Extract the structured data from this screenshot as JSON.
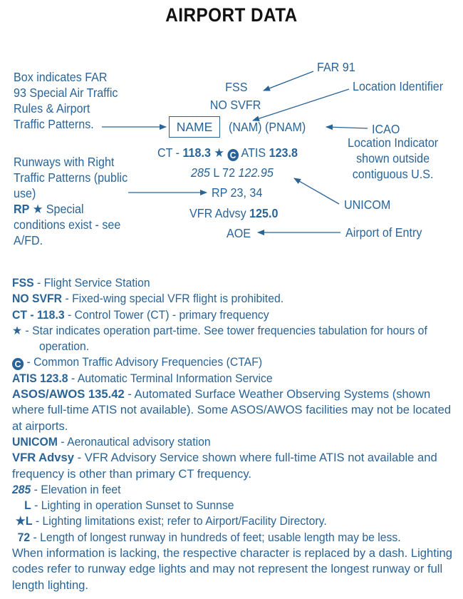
{
  "title": "AIRPORT DATA",
  "diagram": {
    "fss": "FSS",
    "no_svfr": "NO SVFR",
    "name_box": "NAME",
    "nam": "(NAM) (PNAM)",
    "ct_prefix": "CT - ",
    "ct_freq": "118.3",
    "star": "★",
    "ctaf_letter": "C",
    "atis_label": "ATIS ",
    "atis_freq": "123.8",
    "elev": "285",
    "lighting": " L 72 ",
    "unicom_freq": "122.95",
    "rp": "RP 23, 34",
    "vfr_label": "VFR Advsy ",
    "vfr_freq": "125.0",
    "aoe": "AOE"
  },
  "callouts": {
    "box_note": "Box indicates FAR 93 Special Air Traffic Rules & Airport Traffic Patterns.",
    "far91": "FAR 91",
    "location_identifier": "Location Identifier",
    "icao": "ICAO",
    "icao_note": "Location Indicator shown outside contiguous U.S.",
    "runways_note": "Runways with Right Traffic Patterns (public use)",
    "rp_bold": "RP",
    "rp_star": "★",
    "rp_note": " Special conditions exist - see A/FD.",
    "unicom": "UNICOM",
    "airport_of_entry": "Airport of Entry"
  },
  "legend": [
    {
      "term": "FSS",
      "desc": " - Flight Service Station"
    },
    {
      "term": "NO SVFR",
      "desc": " - Fixed-wing special VFR flight is prohibited."
    },
    {
      "term": "CT - 118.3",
      "desc": " - Control Tower (CT) - primary frequency"
    },
    {
      "term": "★",
      "desc": "  - Star indicates operation part-time. See tower frequencies tabulation for hours of",
      "desc2": "operation."
    },
    {
      "term": "C",
      "desc": " - Common Traffic Advisory Frequencies (CTAF)"
    },
    {
      "term": "ATIS 123.8",
      "desc": " - Automatic Terminal Information Service"
    },
    {
      "term": "ASOS/AWOS 135.42",
      "desc": " - Automated Surface Weather Observing Systems (shown where full-time ATIS not available). Some ASOS/AWOS facilities may not be located at airports."
    },
    {
      "term": "UNICOM",
      "desc": " - Aeronautical advisory station"
    },
    {
      "term": "VFR Advsy",
      "desc": " - VFR Advisory Service shown where full-time ATIS not available and frequency is other than primary CT frequency."
    },
    {
      "term": "285",
      "desc": " - Elevation in feet"
    },
    {
      "term": "L",
      "desc": " - Lighting in operation Sunset to Sunnse"
    },
    {
      "term": "★L",
      "desc": " - Lighting limitations exist; refer to Airport/Facility Directory."
    },
    {
      "term": "72",
      "desc": " - Length of longest runway in hundreds of feet; usable length may be less."
    }
  ],
  "footer": "When information is lacking, the respective character is replaced by a dash. Lighting codes refer to runway edge lights and may not represent the longest runway or full length lighting."
}
